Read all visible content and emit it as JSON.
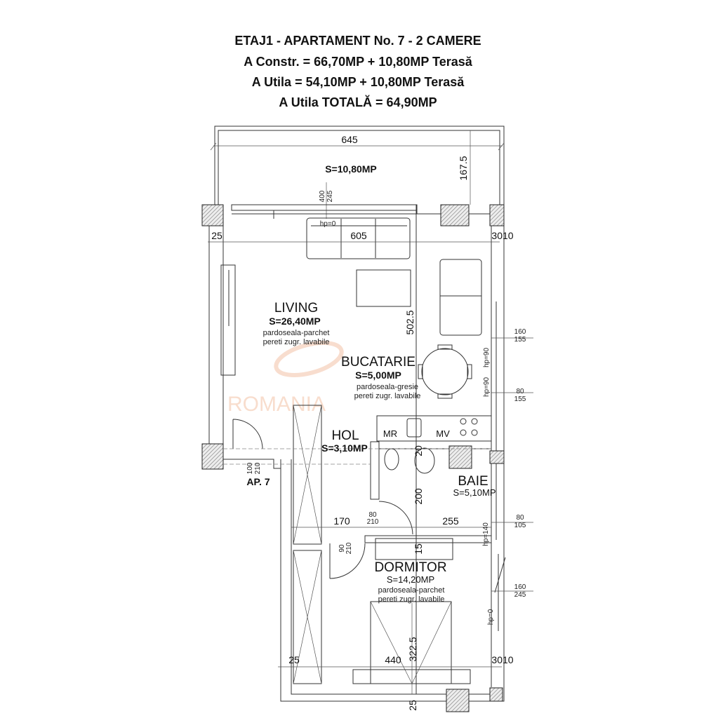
{
  "title": {
    "line1": "ETAJ1 - APARTAMENT No. 7 - 2 CAMERE",
    "line2": "A Constr.  = 66,70MP + 10,80MP Terasă",
    "line3": "A Utila = 54,10MP + 10,80MP Terasă",
    "line4": "A Utila TOTALĂ = 64,90MP"
  },
  "terrace": {
    "area": "S=10,80MP",
    "width": "645",
    "depth": "167.5",
    "door_top": "400",
    "door_bottom": "245"
  },
  "rooms": {
    "living": {
      "name": "LIVING",
      "area": "S=26,40MP",
      "floor": "pardoseala-parchet",
      "walls": "pereti zugr. lavabile"
    },
    "kitchen": {
      "name": "BUCATARIE",
      "area": "S=5,00MP",
      "floor": "pardoseala-gresie",
      "walls": "pereti zugr. lavabile"
    },
    "hall": {
      "name": "HOL",
      "area": "S=3,10MP"
    },
    "bath": {
      "name": "BAIE",
      "area": "S=5,10MP"
    },
    "bedroom": {
      "name": "DORMITOR",
      "area": "S=14,20MP",
      "floor": "pardoseala-parchet",
      "walls": "pereti zugr. lavabile"
    }
  },
  "appliances": {
    "fridge": "MR",
    "dishwasher": "MV"
  },
  "entrance": {
    "label": "AP. 7",
    "door_top": "100",
    "door_bottom": "210"
  },
  "dimensions": {
    "d25_top": "25",
    "d605": "605",
    "d3010_top": "3010",
    "hp0_sofa": "hp=0",
    "d502_5": "502.5",
    "w1_top": "160",
    "w1_bottom": "155",
    "hp90_a": "hp=90",
    "hp90_b": "hp=90",
    "w2_top": "80",
    "w2_bottom": "155",
    "d20": "20",
    "d200": "200",
    "d170": "170",
    "d255": "255",
    "door_bath_top": "80",
    "door_bath_bottom": "210",
    "hp140": "hp=140",
    "w3_top": "80",
    "w3_bottom": "105",
    "d15": "15",
    "door_bed_top": "90",
    "door_bed_bottom": "210",
    "w4_top": "160",
    "w4_bottom": "245",
    "hp0_bed": "hp=0",
    "d322_5": "322.5",
    "d25_bottom": "25",
    "d440": "440",
    "d3010_bottom": "3010",
    "d25_base": "25"
  },
  "watermark": "ROMANIA",
  "colors": {
    "line": "#333333",
    "hatch": "#999999",
    "watermark": "#f4c7ad"
  }
}
